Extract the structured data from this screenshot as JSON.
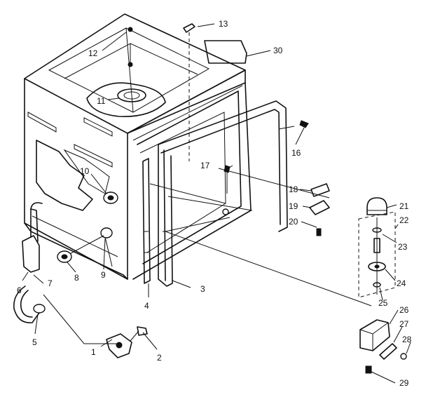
{
  "diagram": {
    "callouts": [
      {
        "id": "c1",
        "text": "1"
      },
      {
        "id": "c2",
        "text": "2"
      },
      {
        "id": "c3",
        "text": "3"
      },
      {
        "id": "c4",
        "text": "4"
      },
      {
        "id": "c5",
        "text": "5"
      },
      {
        "id": "c6",
        "text": "6"
      },
      {
        "id": "c7",
        "text": "7"
      },
      {
        "id": "c8",
        "text": "8"
      },
      {
        "id": "c9",
        "text": "9"
      },
      {
        "id": "c10",
        "text": "10"
      },
      {
        "id": "c11",
        "text": "11"
      },
      {
        "id": "c12",
        "text": "12"
      },
      {
        "id": "c13",
        "text": "13"
      },
      {
        "id": "c16",
        "text": "16"
      },
      {
        "id": "c17",
        "text": "17"
      },
      {
        "id": "c18",
        "text": "18"
      },
      {
        "id": "c19",
        "text": "19"
      },
      {
        "id": "c20",
        "text": "20"
      },
      {
        "id": "c21",
        "text": "21"
      },
      {
        "id": "c22",
        "text": "22"
      },
      {
        "id": "c23",
        "text": "23"
      },
      {
        "id": "c24",
        "text": "24"
      },
      {
        "id": "c25",
        "text": "25"
      },
      {
        "id": "c26",
        "text": "26"
      },
      {
        "id": "c27",
        "text": "27"
      },
      {
        "id": "c28",
        "text": "28"
      },
      {
        "id": "c29",
        "text": "29"
      },
      {
        "id": "c30",
        "text": "30"
      }
    ]
  }
}
